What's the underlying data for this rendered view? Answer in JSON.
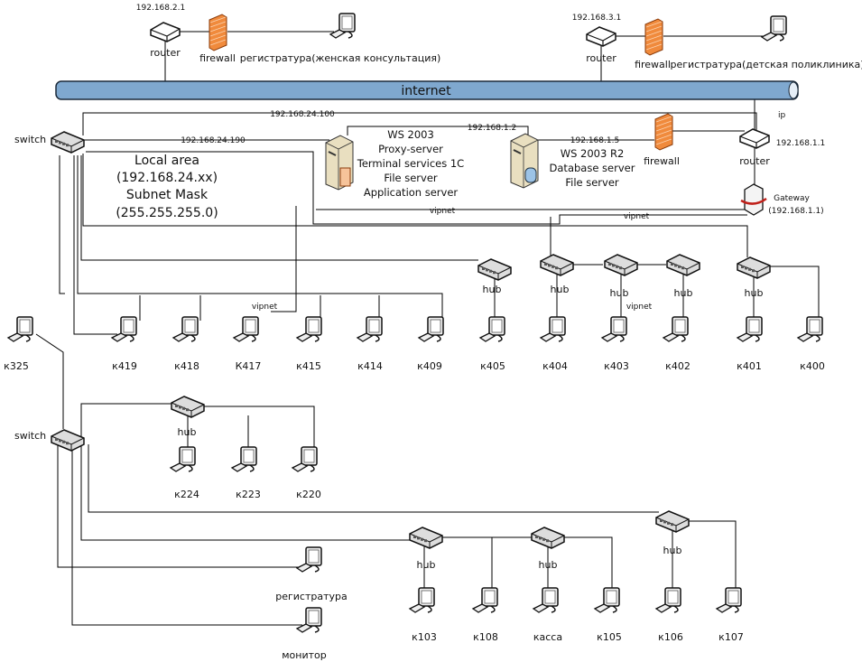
{
  "internet": {
    "label": "internet",
    "color": "#7fa8cf"
  },
  "local_area": [
    "Local area",
    "(192.168.24.xx)",
    "Subnet Mask",
    "(255.255.255.0)"
  ],
  "server1": {
    "lines": [
      "WS 2003",
      "Proxy-server",
      "Terminal services 1C",
      "File server",
      "Application server"
    ]
  },
  "server2": {
    "lines": [
      "WS 2003 R2",
      "Database server",
      "File server"
    ]
  },
  "gateway": {
    "lines": [
      "Gateway",
      "(192.168.1.1)"
    ]
  },
  "nodes": [
    {
      "id": "router1",
      "type": "router",
      "label": "router",
      "ip": "192.168.2.1"
    },
    {
      "id": "firewall1",
      "type": "firewall",
      "label": "firewall"
    },
    {
      "id": "reg1",
      "type": "pc",
      "label": "регистратура(женская консультация)"
    },
    {
      "id": "router2",
      "type": "router",
      "label": "router",
      "ip": "192.168.3.1"
    },
    {
      "id": "firewall2",
      "type": "firewall",
      "label": "firewall"
    },
    {
      "id": "reg2",
      "type": "pc",
      "label": "регистратура(детская поликлиника)"
    },
    {
      "id": "firewall3",
      "type": "firewall",
      "label": "firewall"
    },
    {
      "id": "router3",
      "type": "router",
      "label": "router",
      "ip": "192.168.1.1"
    },
    {
      "id": "switch1",
      "type": "switch",
      "label": "switch"
    },
    {
      "id": "switch2",
      "type": "switch",
      "label": "switch"
    },
    {
      "id": "hub405",
      "type": "hub",
      "label": "hub"
    },
    {
      "id": "hub404",
      "type": "hub",
      "label": "hub"
    },
    {
      "id": "hub403",
      "type": "hub",
      "label": "hub"
    },
    {
      "id": "hub402",
      "type": "hub",
      "label": "hub"
    },
    {
      "id": "hub401",
      "type": "hub",
      "label": "hub"
    },
    {
      "id": "hub2",
      "type": "hub",
      "label": "hub"
    },
    {
      "id": "hub3",
      "type": "hub",
      "label": "hub"
    },
    {
      "id": "hub4",
      "type": "hub",
      "label": "hub"
    },
    {
      "id": "hub5",
      "type": "hub",
      "label": "hub"
    },
    {
      "id": "k325",
      "type": "pc",
      "label": "к325"
    },
    {
      "id": "k419",
      "type": "pc",
      "label": "к419"
    },
    {
      "id": "k418",
      "type": "pc",
      "label": "к418"
    },
    {
      "id": "k417",
      "type": "pc",
      "label": "К417"
    },
    {
      "id": "k415",
      "type": "pc",
      "label": "к415"
    },
    {
      "id": "k414",
      "type": "pc",
      "label": "к414"
    },
    {
      "id": "k409",
      "type": "pc",
      "label": "к409"
    },
    {
      "id": "k405",
      "type": "pc",
      "label": "к405"
    },
    {
      "id": "k404",
      "type": "pc",
      "label": "к404"
    },
    {
      "id": "k403",
      "type": "pc",
      "label": "к403"
    },
    {
      "id": "k402",
      "type": "pc",
      "label": "к402"
    },
    {
      "id": "k401",
      "type": "pc",
      "label": "к401"
    },
    {
      "id": "k400",
      "type": "pc",
      "label": "к400"
    },
    {
      "id": "k224",
      "type": "pc",
      "label": "к224"
    },
    {
      "id": "k223",
      "type": "pc",
      "label": "к223"
    },
    {
      "id": "k220",
      "type": "pc",
      "label": "к220"
    },
    {
      "id": "reg3",
      "type": "pc",
      "label": "регистратура"
    },
    {
      "id": "monitor",
      "type": "pc",
      "label": "монитор"
    },
    {
      "id": "k103",
      "type": "pc",
      "label": "к103"
    },
    {
      "id": "k108",
      "type": "pc",
      "label": "к108"
    },
    {
      "id": "kassa",
      "type": "pc",
      "label": "касса"
    },
    {
      "id": "k105",
      "type": "pc",
      "label": "к105"
    },
    {
      "id": "k106",
      "type": "pc",
      "label": "к106"
    },
    {
      "id": "k107",
      "type": "pc",
      "label": "к107"
    }
  ],
  "edge_labels": {
    "ip_24_100": "192.168.24.100",
    "ip_24_190": "192.168.24.190",
    "ip_1_2": "192.168.1.2",
    "ip_1_5": "192.168.1.5",
    "ip": "ip",
    "vipnet1": "vipnet",
    "vipnet2": "vipnet",
    "vipnet3": "vipnet",
    "vipnet4": "vipnet"
  },
  "colors": {
    "firewall": "#f08a3c",
    "server": "#e9dfc0",
    "db": "#9cc3e6"
  }
}
